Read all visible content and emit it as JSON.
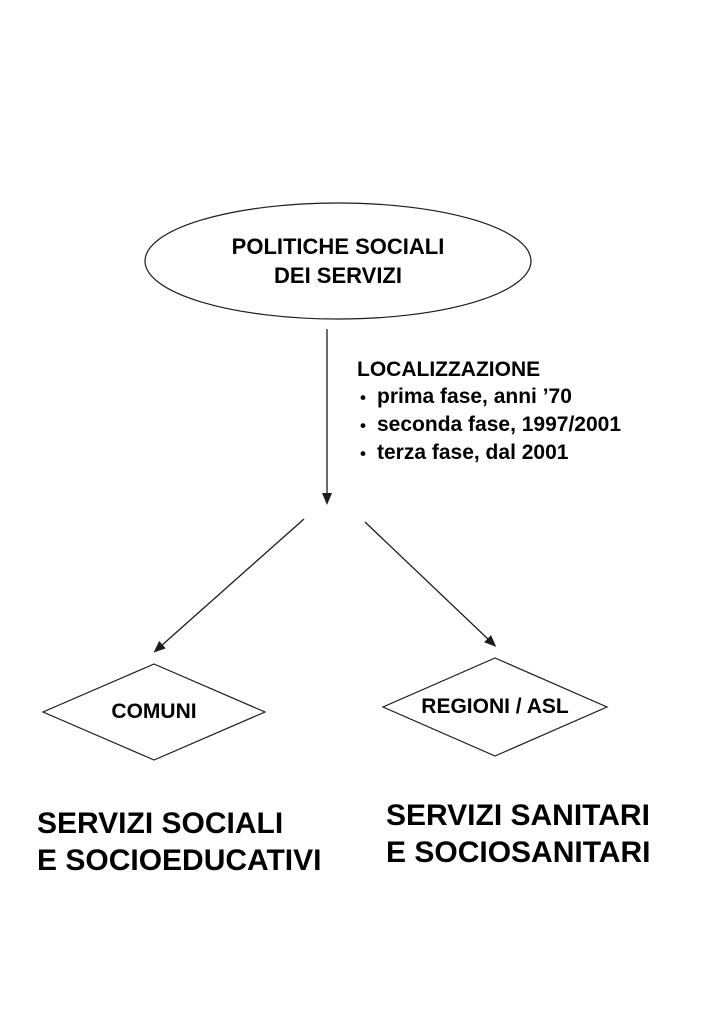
{
  "colors": {
    "background": "#ffffff",
    "ink": "#000000",
    "line": "#1c1c1c"
  },
  "diagram": {
    "root": {
      "line1": "POLITICHE SOCIALI",
      "line2": "DEI SERVIZI"
    },
    "annotation": {
      "title": "LOCALIZZAZIONE",
      "bullet_char": "•",
      "bullets": [
        "prima fase, anni ’70",
        "seconda fase, 1997/2001",
        "terza fase, dal 2001"
      ]
    },
    "left": {
      "node": "COMUNI",
      "result_line1": "SERVIZI SOCIALI",
      "result_line2": "E SOCIOEDUCATIVI"
    },
    "right": {
      "node": "REGIONI / ASL",
      "result_line1": "SERVIZI SANITARI",
      "result_line2": "E SOCIOSANITARI"
    }
  }
}
